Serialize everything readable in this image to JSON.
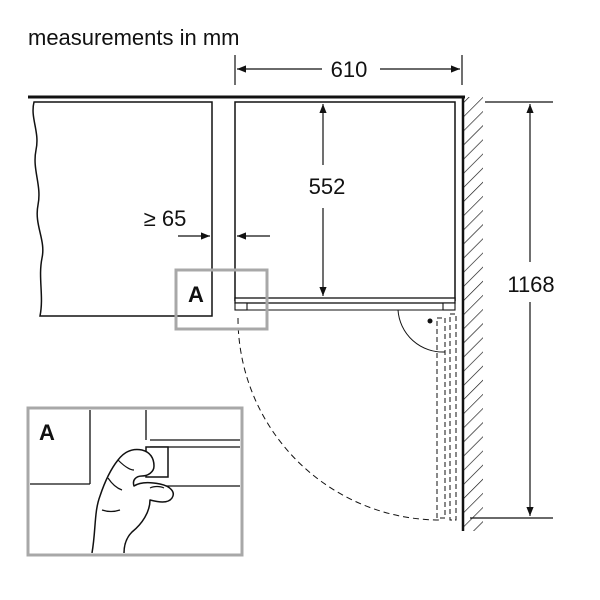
{
  "title": "measurements in mm",
  "dimensions": {
    "width": "610",
    "depth": "552",
    "gap": "≥ 65",
    "height": "1168"
  },
  "callouts": {
    "marker": "A",
    "detail_marker": "A"
  },
  "colors": {
    "line": "#111111",
    "callout_frame": "#a8a8a8",
    "background": "#ffffff"
  }
}
